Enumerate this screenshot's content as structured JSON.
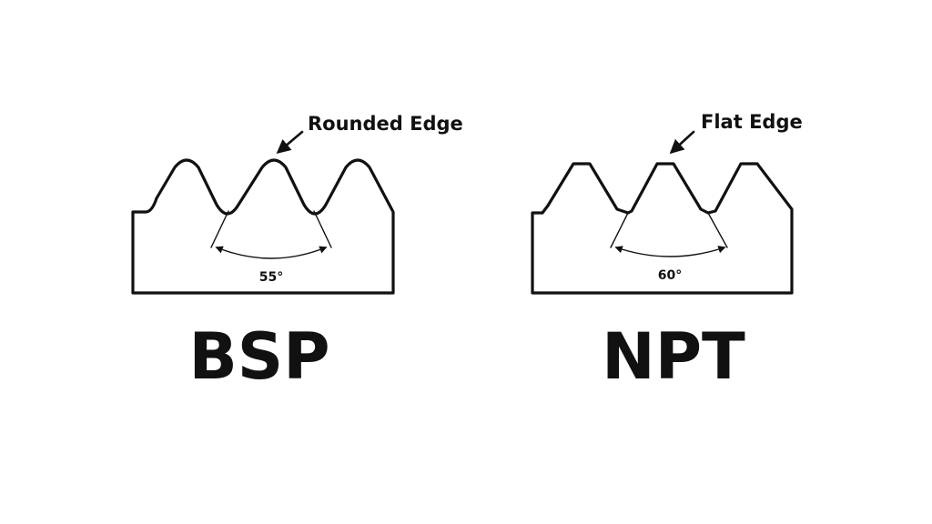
{
  "colors": {
    "background": "#ffffff",
    "ink": "#111111"
  },
  "threads": [
    {
      "label": "BSP",
      "callout": "Rounded Edge",
      "angle": "55°"
    },
    {
      "label": "NPT",
      "callout": "Flat Edge",
      "angle": "60°"
    }
  ]
}
